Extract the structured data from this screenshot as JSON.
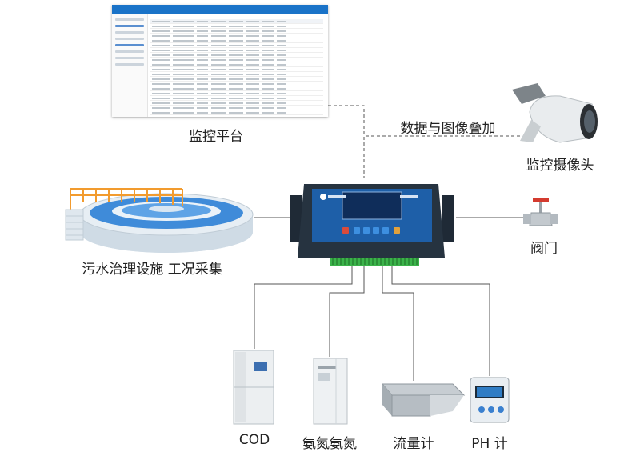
{
  "nodes": {
    "platform": {
      "label": "监控平台"
    },
    "camera": {
      "label": "监控摄像头"
    },
    "overlay": {
      "label": "数据与图像叠加"
    },
    "sewage": {
      "label": "污水治理设施 工况采集"
    },
    "valve": {
      "label": "阀门"
    },
    "cod": {
      "label": "COD"
    },
    "ammonia": {
      "label": "氨氮氨氮"
    },
    "flow": {
      "label": "流量计"
    },
    "ph": {
      "label": "PH 计"
    }
  },
  "colors": {
    "device_body": "#1f2a36",
    "device_panel": "#1e5fa8",
    "water": "#3f8bd9",
    "rail": "#f29b2e",
    "line": "#555555",
    "terminal": "#3bb34a"
  }
}
